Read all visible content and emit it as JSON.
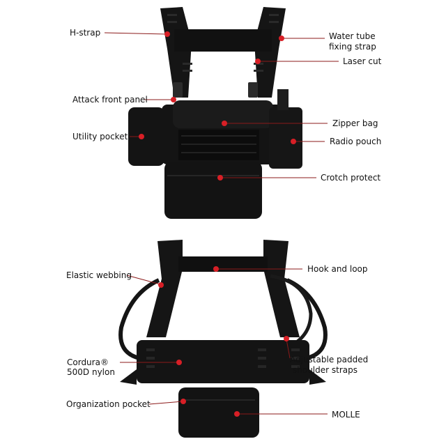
{
  "colors": {
    "gear": "#141414",
    "gear_dark": "#0a0a0a",
    "gear_mid": "#222222",
    "callout_line": "#8b1a1a",
    "callout_dot": "#d81f26",
    "background": "#ffffff"
  },
  "top_vest": {
    "labels": {
      "h_strap": "H-strap",
      "water_tube_1": "Water tube",
      "water_tube_2": "fixing strap",
      "laser_cut": "Laser cut",
      "attack_front_panel": "Attack front panel",
      "zipper_bag": "Zipper bag",
      "utility_pocket": "Utility pocket",
      "radio_pouch": "Radio pouch",
      "crotch_protect": "Crotch protect"
    }
  },
  "bottom_vest": {
    "labels": {
      "elastic_webbing": "Elastic webbing",
      "hook_and_loop": "Hook and loop",
      "adjustable_1": "Adjustable padded",
      "adjustable_2": "shoulder straps",
      "cordura_1": "Cordura®",
      "cordura_2": "500D nylon",
      "organization_pocket": "Organization pocket",
      "molle": "MOLLE"
    }
  }
}
